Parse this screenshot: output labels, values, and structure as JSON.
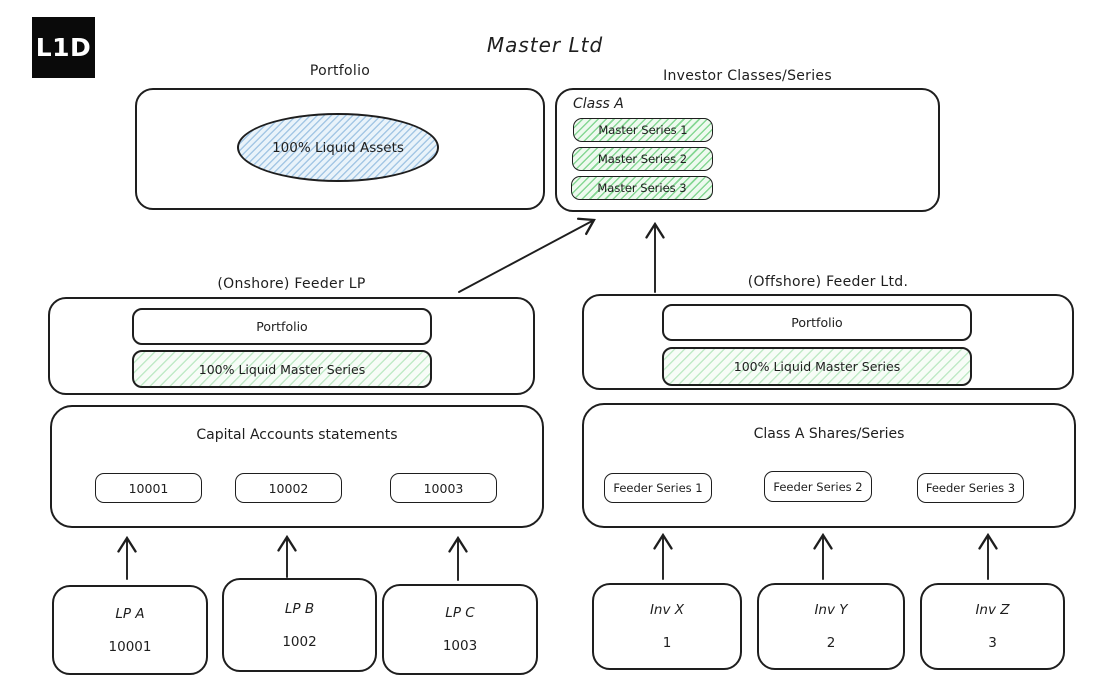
{
  "logo": {
    "text": "L1D"
  },
  "title": "Master Ltd",
  "colors": {
    "stroke": "#1e1e1e",
    "logo_bg": "#0a0a0a",
    "green_accent": "#40c057",
    "blue_accent": "#609cd0",
    "green_bg": "#eefaef",
    "blue_bg": "#e9f3fa"
  },
  "master_portfolio": {
    "label": "Portfolio",
    "asset_label": "100% Liquid Assets"
  },
  "investor_classes": {
    "label": "Investor Classes/Series",
    "class_label": "Class A",
    "series": [
      "Master Series 1",
      "Master Series 2",
      "Master Series 3"
    ]
  },
  "onshore_feeder": {
    "label": "(Onshore) Feeder LP",
    "portfolio_label": "Portfolio",
    "holding_label": "100% Liquid Master Series"
  },
  "offshore_feeder": {
    "label": "(Offshore) Feeder Ltd.",
    "portfolio_label": "Portfolio",
    "holding_label": "100% Liquid Master Series"
  },
  "capital_accounts": {
    "title": "Capital Accounts statements",
    "accounts": [
      "10001",
      "10002",
      "10003"
    ]
  },
  "class_a_shares": {
    "title": "Class A Shares/Series",
    "series": [
      "Feeder Series 1",
      "Feeder Series 2",
      "Feeder Series 3"
    ]
  },
  "lp_investors": [
    {
      "name": "LP A",
      "value": "10001"
    },
    {
      "name": "LP B",
      "value": "1002"
    },
    {
      "name": "LP C",
      "value": "1003"
    }
  ],
  "individual_investors": [
    {
      "name": "Inv X",
      "value": "1"
    },
    {
      "name": "Inv Y",
      "value": "2"
    },
    {
      "name": "Inv Z",
      "value": "3"
    }
  ]
}
